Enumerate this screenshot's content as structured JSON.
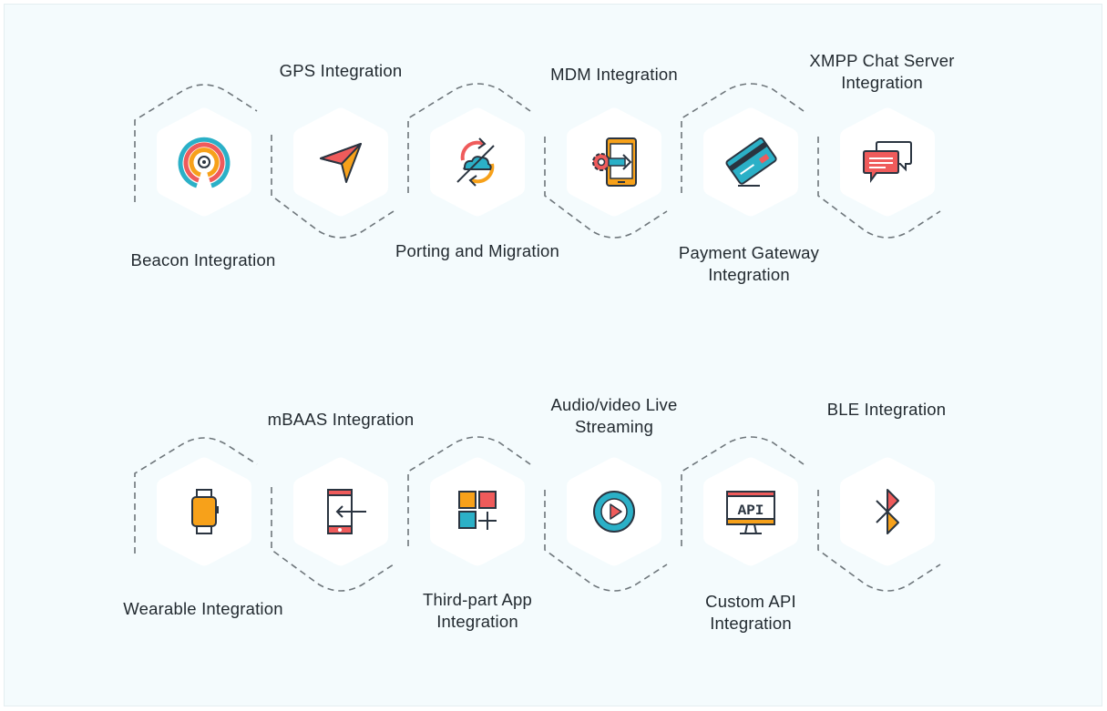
{
  "colors": {
    "background": "#f4fbfd",
    "hexagon": "#ffffff",
    "dashed_outline": "#6e767b",
    "label_text": "#222a30",
    "orange": "#f7a11a",
    "red": "#ef5b5b",
    "teal": "#2bb0c7",
    "dark": "#2a3440"
  },
  "rows": [
    {
      "items": [
        {
          "name": "Beacon Integration",
          "icon": "beacon-icon"
        },
        {
          "name": "GPS Integration",
          "icon": "gps-navigation-icon"
        },
        {
          "name": "Porting and Migration",
          "icon": "cloud-sync-icon"
        },
        {
          "name": "MDM Integration",
          "icon": "mdm-device-icon"
        },
        {
          "name": "Payment Gateway Integration",
          "icon": "credit-card-icon"
        },
        {
          "name": "XMPP Chat Server Integration",
          "icon": "chat-bubbles-icon"
        }
      ]
    },
    {
      "items": [
        {
          "name": "Wearable Integration",
          "icon": "smartwatch-icon"
        },
        {
          "name": "mBAAS Integration",
          "icon": "mobile-backend-icon"
        },
        {
          "name": "Third-part App Integration",
          "icon": "app-grid-icon"
        },
        {
          "name": "Audio/video Live Streaming",
          "icon": "play-stream-icon"
        },
        {
          "name": "Custom API Integration",
          "icon": "api-monitor-icon"
        },
        {
          "name": "BLE Integration",
          "icon": "bluetooth-icon"
        }
      ]
    }
  ],
  "api_monitor_text": "API"
}
